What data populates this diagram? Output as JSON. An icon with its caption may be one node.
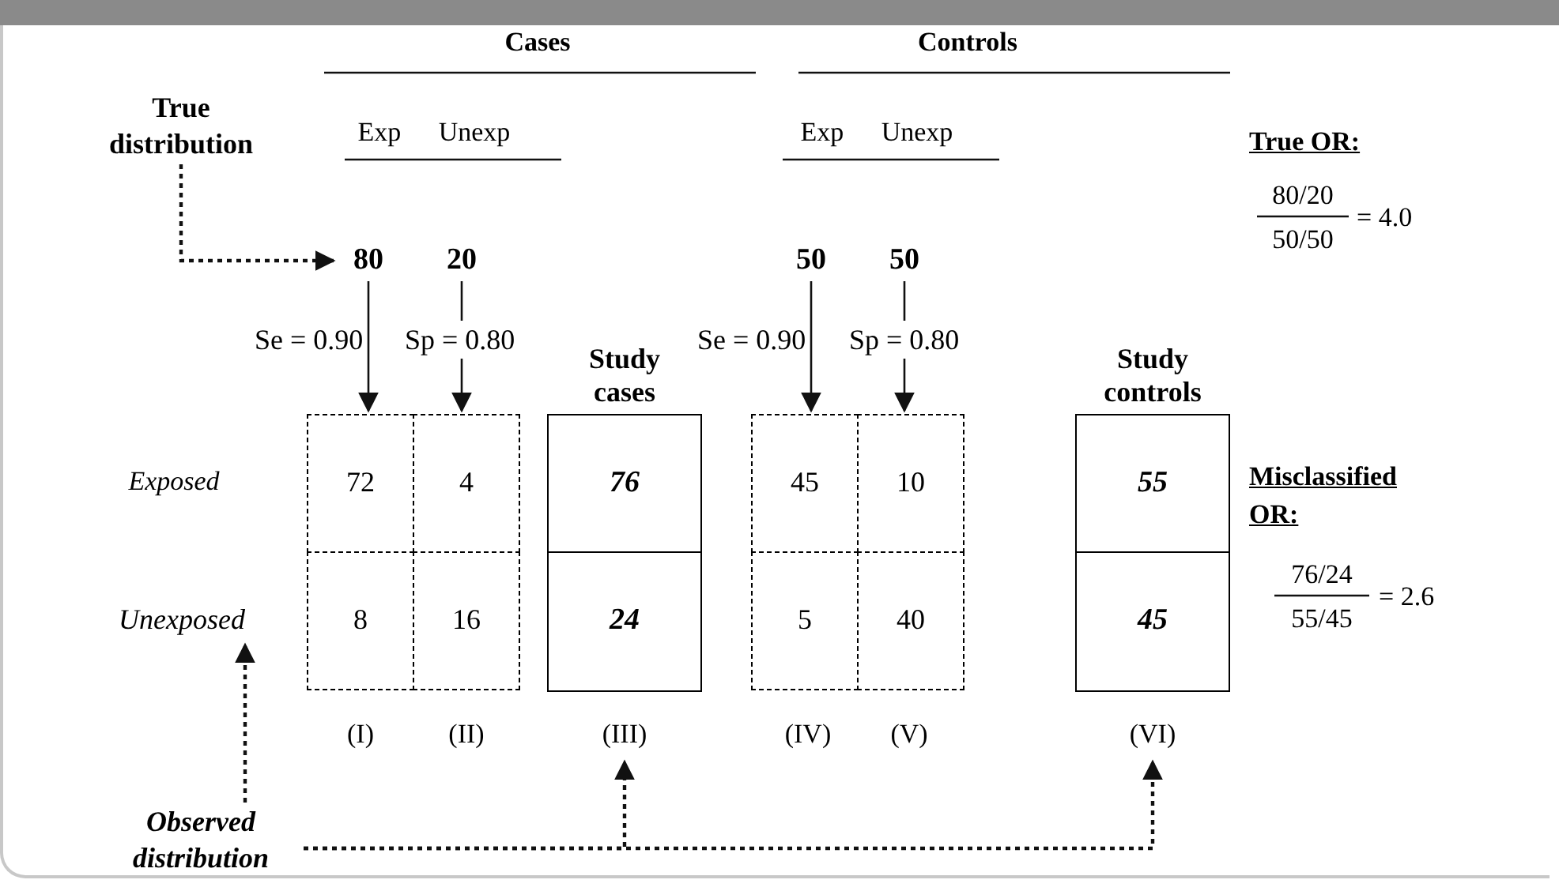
{
  "diagram": {
    "nodes": [
      {
        "text": [
          "True distribution"
        ]
      },
      {
        "text": [
          "80"
        ]
      },
      {
        "text": [
          "20"
        ]
      },
      {
        "text": [
          "50"
        ]
      },
      {
        "text": [
          "50"
        ]
      },
      {
        "text": [
          "72"
        ]
      },
      {
        "text": [
          "4"
        ]
      },
      {
        "text": [
          "8"
        ]
      },
      {
        "text": [
          "16"
        ]
      },
      {
        "text": [
          "Study cases"
        ],
        "beside": [
          "(III)"
        ]
      },
      {
        "text": [
          "76"
        ],
        "in": 9
      },
      {
        "text": [
          "24"
        ],
        "in": 9
      },
      {
        "text": [
          "45"
        ]
      },
      {
        "text": [
          "10"
        ]
      },
      {
        "text": [
          "5"
        ]
      },
      {
        "text": [
          "40"
        ]
      },
      {
        "text": [
          "Study controls"
        ],
        "beside": [
          "(VI)"
        ]
      },
      {
        "text": [
          "55"
        ],
        "in": 16
      },
      {
        "text": [
          "45"
        ],
        "in": 16
      },
      {
        "text": [
          "Unexposed"
        ]
      },
      {
        "text": [
          "Observed distribution"
        ]
      }
    ],
    "edges": [
      {
        "from": 0,
        "to": 1,
        "arrow": "to",
        "style": "dashed"
      },
      {
        "from": 1,
        "to": 5,
        "arrow": "to",
        "label": "Se = 0.90"
      },
      {
        "from": 2,
        "to": 6,
        "arrow": "to",
        "label": "Sp = 0.80"
      },
      {
        "from": 3,
        "to": 12,
        "arrow": "to",
        "label": "Se = 0.90"
      },
      {
        "from": 4,
        "to": 13,
        "arrow": "to",
        "label": "Sp = 0.80"
      },
      {
        "from": 20,
        "to": 19,
        "arrow": "to",
        "style": "dashed"
      },
      {
        "from": 20,
        "to": 9,
        "arrow": "to",
        "style": "dashed"
      },
      {
        "from": 20,
        "to": 16,
        "arrow": "to",
        "style": "dashed"
      }
    ],
    "labels": [
      "Cases",
      "Controls",
      "Exp",
      "Unexp",
      "Exp",
      "Unexp",
      "True OR:",
      "80/20",
      "50/50",
      "= 4.0",
      "Exposed",
      "Misclassified OR:",
      "76/24",
      "55/45",
      "= 2.6",
      "(I)",
      "(II)",
      "(IV)",
      "(V)"
    ]
  }
}
